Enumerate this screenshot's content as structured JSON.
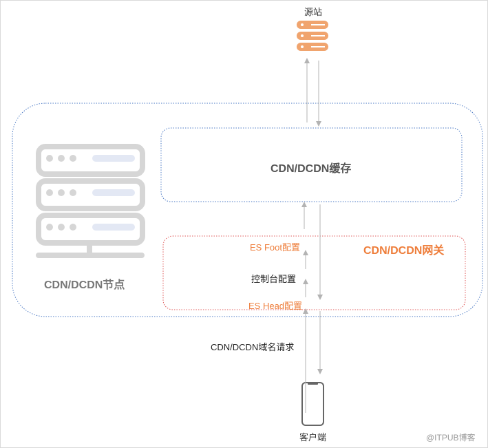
{
  "origin": {
    "label": "源站"
  },
  "cache": {
    "title": "CDN/DCDN缓存"
  },
  "gateway": {
    "title": "CDN/DCDN网关",
    "es_foot": "ES Foot配置",
    "console": "控制台配置",
    "es_head": "ES Head配置"
  },
  "node": {
    "title": "CDN/DCDN节点"
  },
  "request": {
    "label": "CDN/DCDN域名请求"
  },
  "client": {
    "label": "客户端"
  },
  "watermark": "@ITPUB博客",
  "colors": {
    "orange_accent": "#ee7d3a",
    "origin_icon": "#f0a46e",
    "blue_border": "#4a78c4",
    "red_border": "#e05a5a",
    "server_gray": "#d6d6d6",
    "arrow_gray": "#b3b3b3"
  },
  "icons": {
    "origin": "server-stack-icon",
    "node": "server-rack-icon",
    "client": "smartphone-icon"
  }
}
